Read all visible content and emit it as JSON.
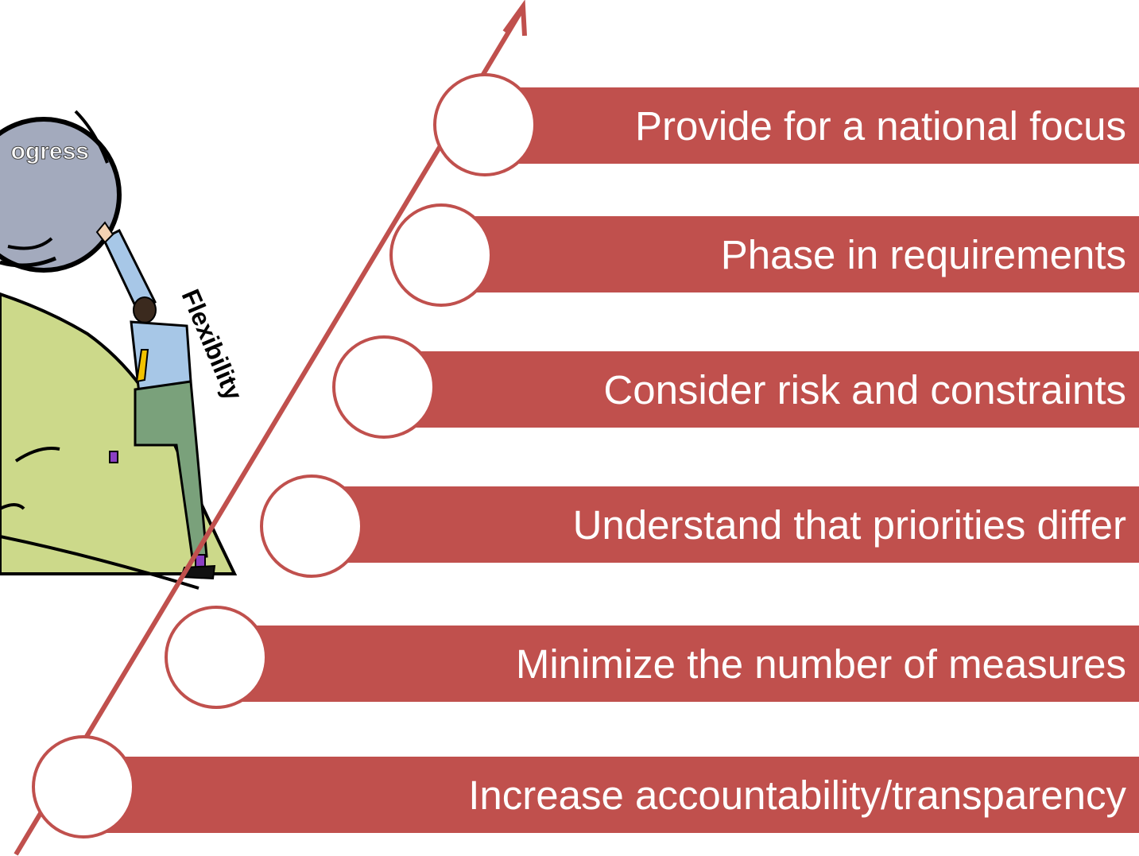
{
  "illustration": {
    "boulder_label": "ogress",
    "slope_label": "Flexibility",
    "colors": {
      "boulder": "#a3aabd",
      "hill": "#ccd98a",
      "shirt": "#a7c7e7",
      "trousers": "#7aa17b",
      "tie": "#f2c200",
      "socks": "#8b3fc2"
    }
  },
  "arrow": {
    "color": "#c0504d"
  },
  "steps": [
    {
      "label": "Provide for a national focus"
    },
    {
      "label": "Phase in requirements"
    },
    {
      "label": "Consider risk and constraints"
    },
    {
      "label": "Understand that priorities differ"
    },
    {
      "label": "Minimize the number of measures"
    },
    {
      "label": "Increase accountability/transparency"
    }
  ]
}
